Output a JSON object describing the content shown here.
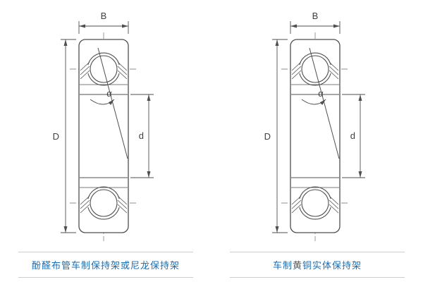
{
  "diagrams": [
    {
      "caption": "酚醛布管车制保持架或尼龙保持架",
      "labels": {
        "width": "B",
        "outer_diameter": "D",
        "bore": "d",
        "contact_angle": "α"
      }
    },
    {
      "caption": "车制黄铜实体保持架",
      "labels": {
        "width": "B",
        "outer_diameter": "D",
        "bore": "d",
        "contact_angle": "α"
      }
    }
  ],
  "colors": {
    "line": "#4f4f4f",
    "centerline": "#8f8f8f",
    "caption_text": "#1b6cb0",
    "caption_rule": "#b8d4ea",
    "background": "#ffffff"
  }
}
